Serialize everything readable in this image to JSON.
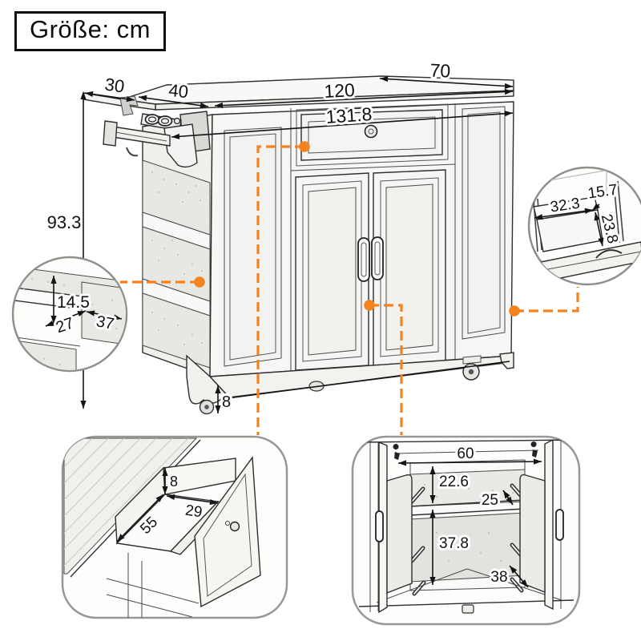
{
  "header": {
    "size_label": "Größe: cm"
  },
  "colors": {
    "accent_orange": "#F5821F",
    "line": "#141414",
    "inset_border": "#979794"
  },
  "main_view": {
    "dims": {
      "leaf_extension": "30",
      "side_section": "40",
      "countertop_width": "120",
      "countertop_depth": "70",
      "overall_width": "131.8",
      "overall_height": "93.3",
      "base_height": "8"
    }
  },
  "insets": {
    "side_shelf": {
      "dims": {
        "opening_height": "14.5",
        "depth": "27",
        "width": "37"
      }
    },
    "tilt_bin": {
      "dims": {
        "width": "32.3",
        "top_edge": "15.7",
        "height": "23.8"
      }
    },
    "drawer": {
      "dims": {
        "inner_height": "8",
        "inner_width": "29",
        "inner_depth": "55"
      }
    },
    "cabinet": {
      "dims": {
        "inner_width": "60",
        "upper_height": "22.6",
        "upper_depth": "25",
        "lower_height": "37.8",
        "lower_depth": "38"
      }
    }
  }
}
